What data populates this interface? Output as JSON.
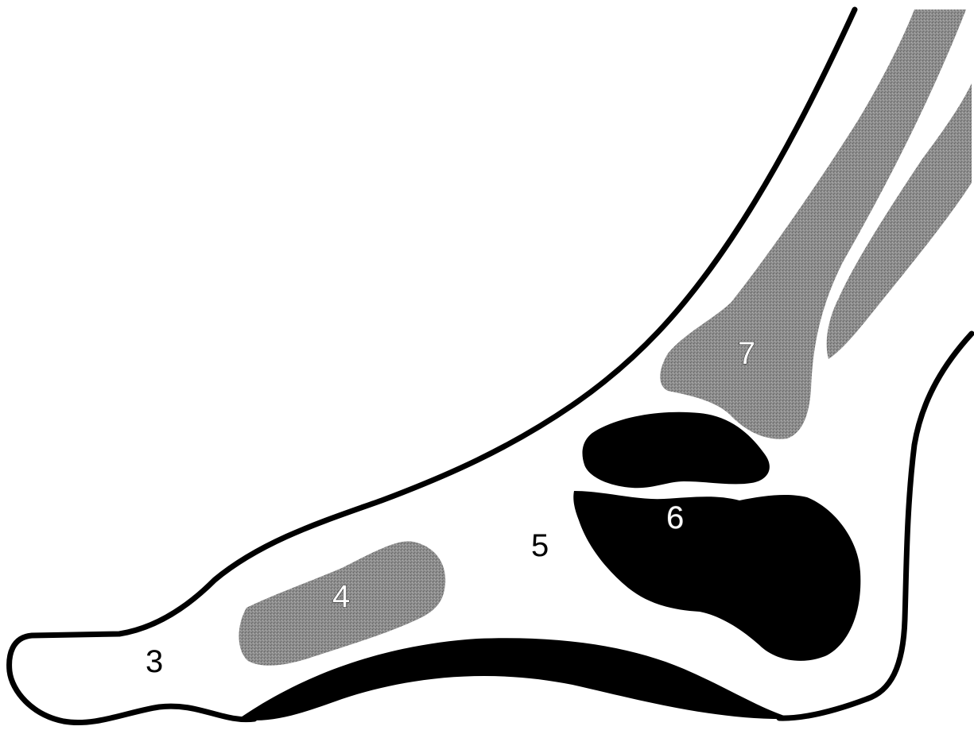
{
  "labels": {
    "label_3": "3",
    "label_4": "4",
    "label_5": "5",
    "label_6": "6",
    "label_7": "7"
  },
  "colors": {
    "background": "#ffffff",
    "outline": "#000000",
    "dark_bone": "#000000",
    "grey_bone": "#8c8c8c"
  }
}
